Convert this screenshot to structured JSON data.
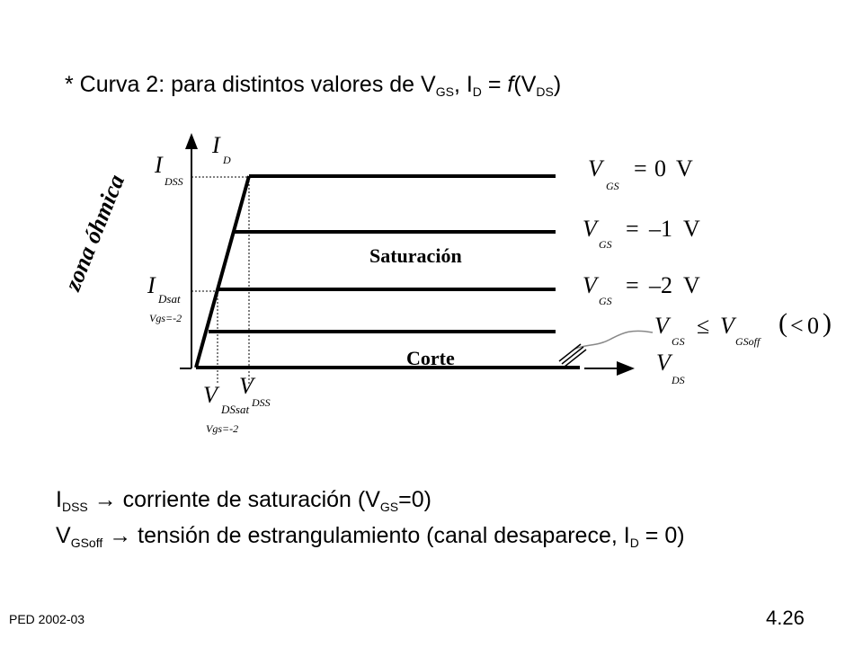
{
  "title": {
    "prefix": "* Curva 2: para distintos valores de V",
    "sub1": "GS",
    "mid": ", I",
    "sub2": "D",
    "mid2": " = ",
    "f": "f",
    "paren_open": "(V",
    "sub3": "DS",
    "paren_close": ")"
  },
  "diagram": {
    "zona_ohmica": "zona óhmica",
    "saturacion": "Saturación",
    "corte": "Corte",
    "y_axis": {
      "symbol": "I",
      "sub": "D"
    },
    "x_axis": {
      "symbol": "V",
      "sub": "DS"
    },
    "idss": {
      "symbol": "I",
      "sub": "DSS"
    },
    "idsat": {
      "symbol": "I",
      "sub": "Dsat",
      "note": "Vgs=-2"
    },
    "vdssat": {
      "symbol": "V",
      "sub": "DSsat",
      "note": "Vgs=-2"
    },
    "vdss": {
      "symbol": "V",
      "sub": "DSS"
    },
    "curves": [
      {
        "v": "V",
        "sub": "GS",
        "op": "=",
        "value": "0",
        "unit": "V"
      },
      {
        "v": "V",
        "sub": "GS",
        "op": "=",
        "value": "–1",
        "unit": "V"
      },
      {
        "v": "V",
        "sub": "GS",
        "op": "=",
        "value": "–2",
        "unit": "V"
      }
    ],
    "cutoff": {
      "v": "V",
      "sub": "GS",
      "op": "≤",
      "v2": "V",
      "sub2": "GSoff",
      "paren_open": "(",
      "rel": "<",
      "zero": "0",
      "paren_close": ")"
    }
  },
  "definitions": {
    "line1": {
      "symbol": "I",
      "sub": "DSS",
      "arrow": "→",
      "text": " corriente de saturación (V",
      "sub2": "GS",
      "tail": "=0)"
    },
    "line2": {
      "symbol": "V",
      "sub": "GSoff",
      "arrow": "→",
      "text": " tensión de estrangulamiento (canal desaparece, I",
      "sub2": "D",
      "tail": " = 0)"
    }
  },
  "footer": {
    "left": "PED   2002-03",
    "right": "4.26"
  }
}
